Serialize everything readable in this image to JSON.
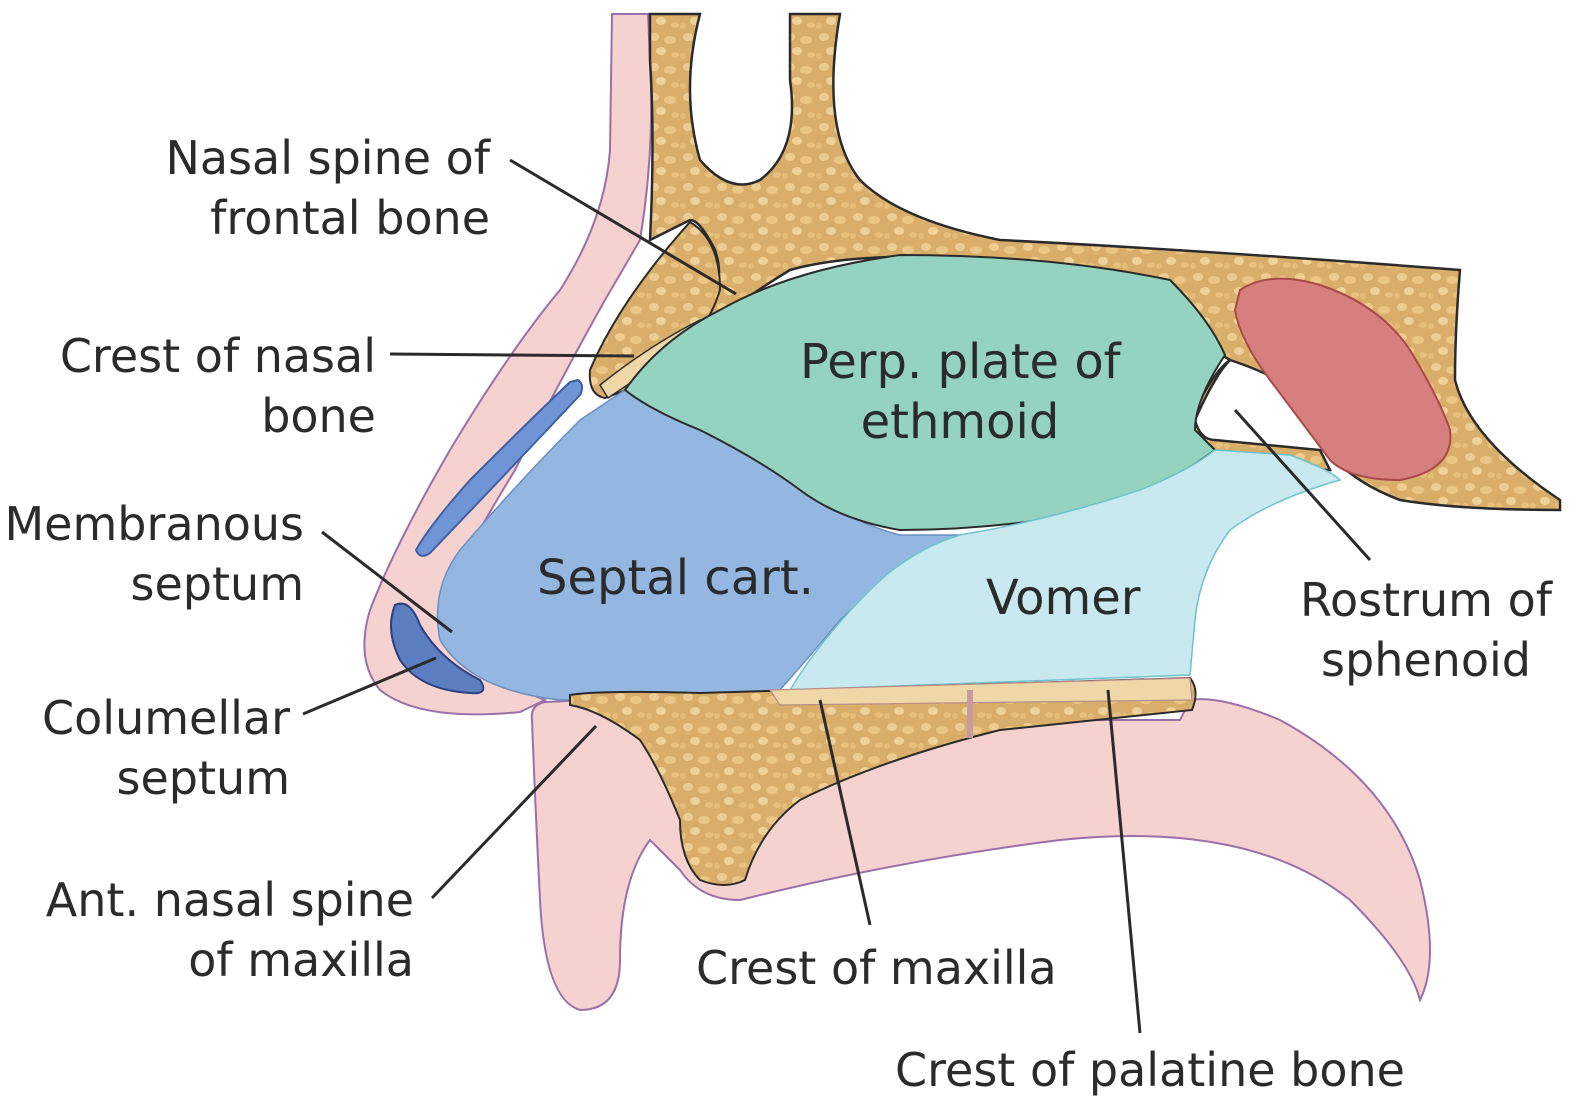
{
  "labels": {
    "nasal_spine_frontal": [
      "Nasal spine of",
      "frontal bone"
    ],
    "crest_nasal_bone": [
      "Crest of nasal",
      "bone"
    ],
    "membranous_septum": [
      "Membranous",
      "septum"
    ],
    "columellar_septum": [
      "Columellar",
      "septum"
    ],
    "ant_nasal_spine": [
      "Ant. nasal spine",
      "of maxilla"
    ],
    "crest_maxilla": "Crest of maxilla",
    "crest_palatine": "Crest of palatine bone",
    "rostrum_sphenoid": [
      "Rostrum of",
      "sphenoid"
    ],
    "perp_plate": [
      "Perp. plate of",
      "ethmoid"
    ],
    "septal_cart": "Septal cart.",
    "vomer": "Vomer"
  },
  "colors": {
    "bone": "#d9ad6a",
    "bone_pore": "#f0cf94",
    "skin": "#f5d2cf",
    "skin_outline": "#9b6fa8",
    "ethmoid": "#93d3bf",
    "septal_cartilage": "#93b7e1",
    "vomer": "#c8e9ef",
    "sinus": "#d77f7e",
    "nasal_cartilage_strip": "#6f95d6",
    "columella": "#5a7ec0",
    "outline": "#2b2b2b"
  }
}
